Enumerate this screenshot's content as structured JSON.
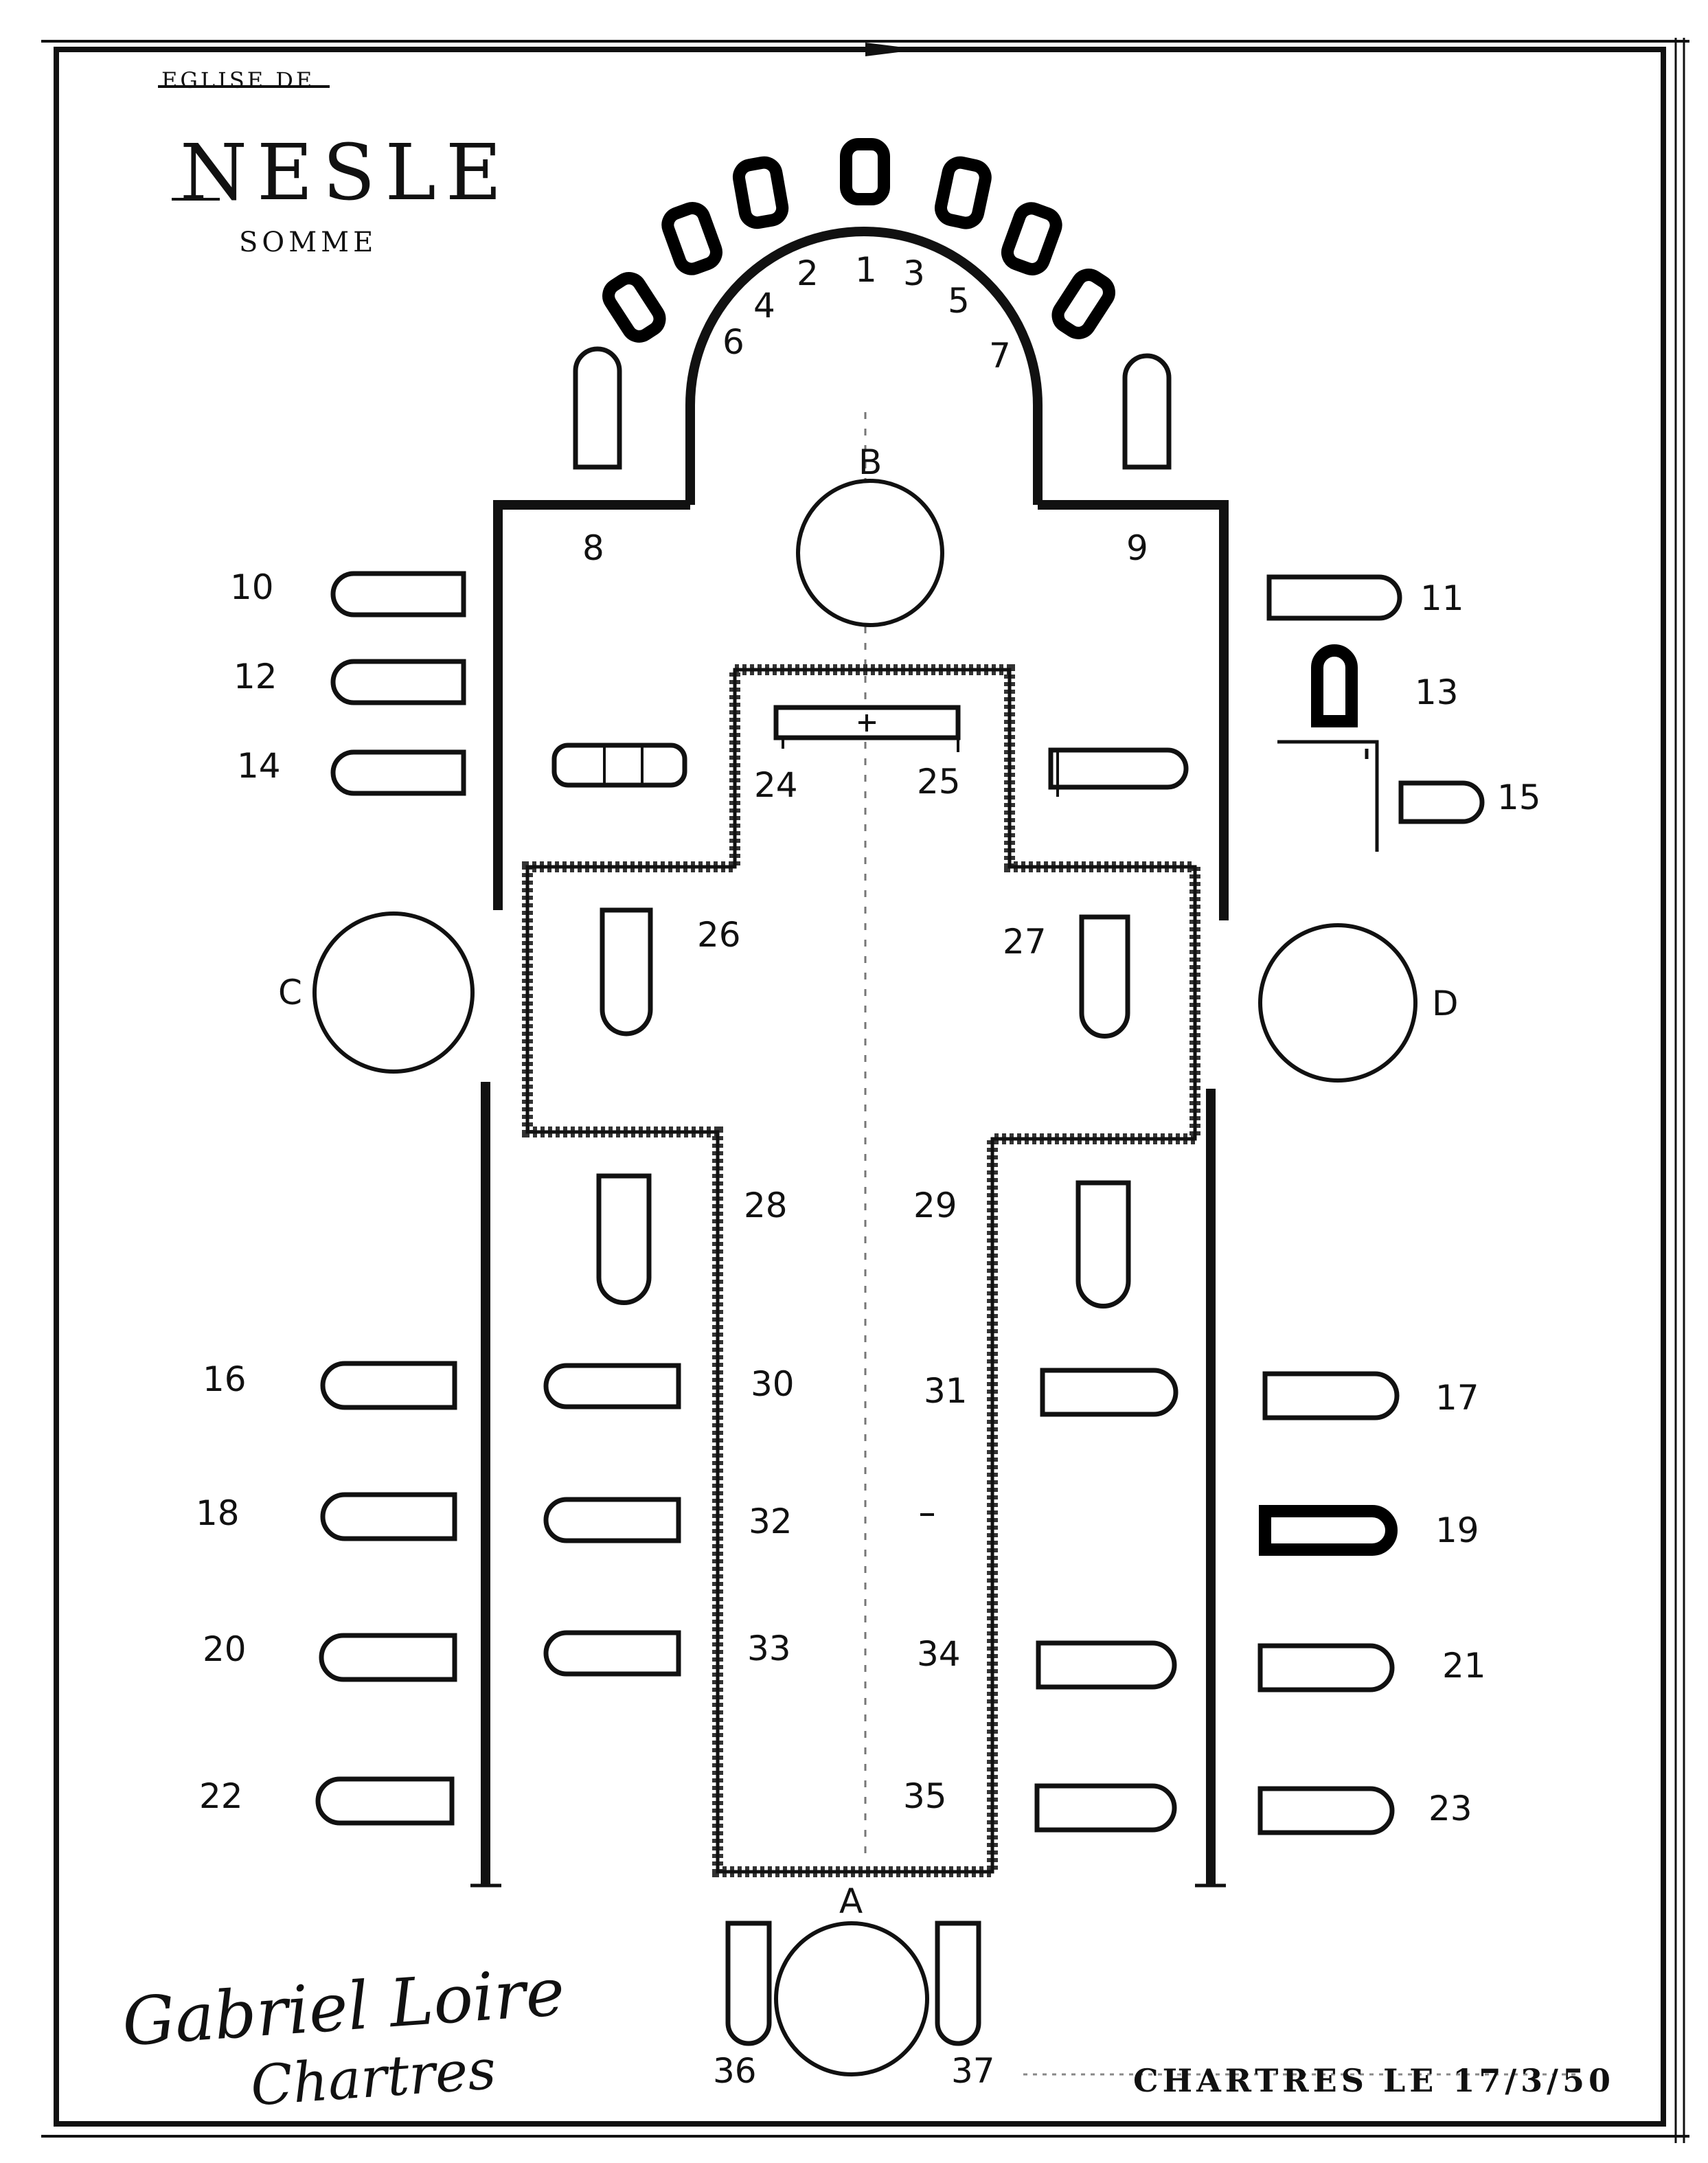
{
  "header": {
    "heading": "EGLISE DE",
    "town": "NESLE",
    "department": "SOMME"
  },
  "footer": {
    "place_date": "CHARTRES LE 17/3/50",
    "signature_line1": "Gabriel Loire",
    "signature_line2": "Chartres"
  },
  "apse_windows": [
    "2",
    "1",
    "3",
    "5",
    "4",
    "6",
    "7"
  ],
  "windows": [
    "8",
    "9",
    "10",
    "11",
    "12",
    "13",
    "14",
    "15",
    "16",
    "17",
    "18",
    "19",
    "20",
    "21",
    "22",
    "23",
    "24",
    "25",
    "26",
    "27",
    "28",
    "29",
    "30",
    "31",
    "32",
    "33",
    "34",
    "35",
    "36",
    "37"
  ],
  "roses": [
    "A",
    "B",
    "C",
    "D"
  ]
}
